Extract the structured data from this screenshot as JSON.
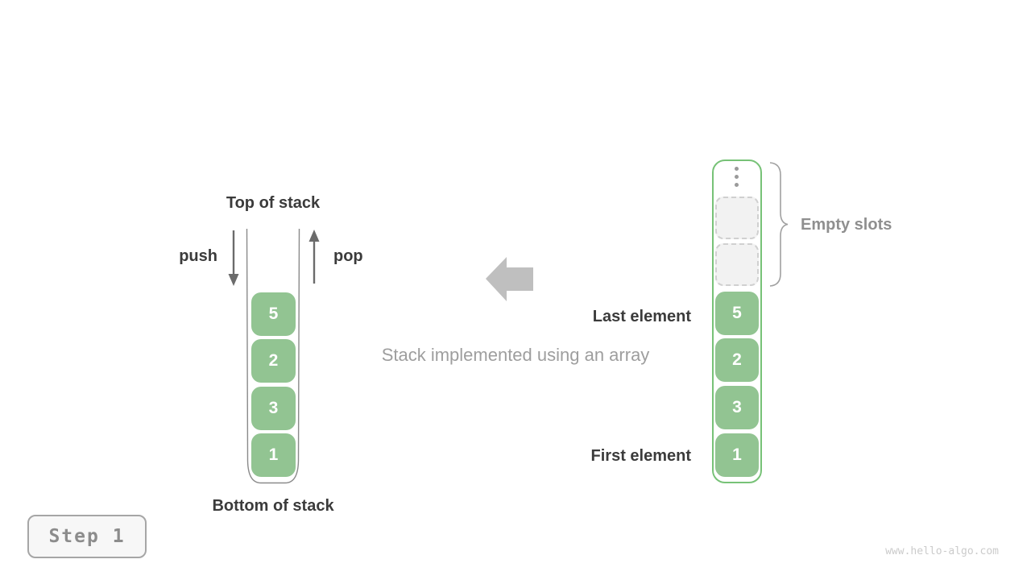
{
  "figure": {
    "caption": "Stack implemented using an array",
    "watermark": "www.hello-algo.com"
  },
  "step_badge": {
    "label": "Step 1"
  },
  "stack_diagram": {
    "top_label": "Top of stack",
    "bottom_label": "Bottom of stack",
    "push_label": "push",
    "pop_label": "pop",
    "elements": [
      "5",
      "2",
      "3",
      "1"
    ]
  },
  "array_diagram": {
    "last_element_label": "Last element",
    "first_element_label": "First element",
    "empty_slots_label": "Empty slots",
    "empty_slot_count": 2,
    "ellipsis_icon": "vertical-ellipsis",
    "elements": [
      "5",
      "2",
      "3",
      "1"
    ]
  },
  "colors": {
    "element_green": "#92c492",
    "array_border_green": "#77c277",
    "dark_text": "#3b3b3b",
    "muted_text": "#9e9e9e",
    "muted_label": "#8f8f8f",
    "arrow_gray": "#bfbfbf",
    "badge_text": "#8c8c8c"
  }
}
